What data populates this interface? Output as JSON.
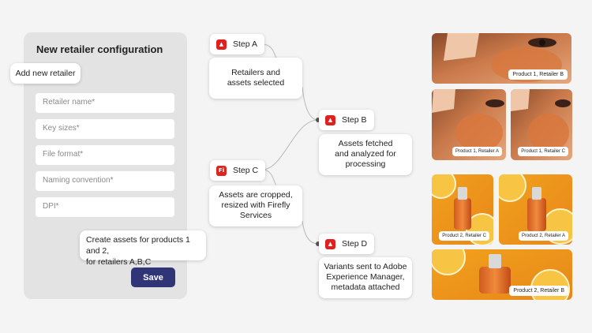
{
  "panel": {
    "title": "New retailer configuration",
    "add_retailer_label": "Add new retailer",
    "fields": [
      {
        "placeholder": "Retailer name*"
      },
      {
        "placeholder": "Key sizes*"
      },
      {
        "placeholder": "File format*"
      },
      {
        "placeholder": "Naming convention*"
      },
      {
        "placeholder": "DPI*"
      }
    ],
    "prompt_line1": "Create assets for products 1 and 2,",
    "prompt_line2": "for retailers A,B,C",
    "save_label": "Save"
  },
  "steps": [
    {
      "label": "Step A",
      "icon": "adobe-icon",
      "icon_text": "A",
      "card_lines": [
        "Retailers and",
        "assets selected"
      ]
    },
    {
      "label": "Step B",
      "icon": "adobe-icon",
      "icon_text": "A",
      "card_lines": [
        "Assets fetched",
        "and analyzed for",
        "processing"
      ]
    },
    {
      "label": "Step C",
      "icon": "firefly-icon",
      "icon_text": "Fi",
      "card_lines": [
        "Assets are cropped,",
        "resized with Firefly",
        "Services"
      ]
    },
    {
      "label": "Step D",
      "icon": "adobe-icon",
      "icon_text": "A",
      "card_lines": [
        "Variants sent to Adobe",
        "Experience Manager,",
        "metadata attached"
      ]
    }
  ],
  "thumbnails": [
    {
      "label": "Product 1, Retailer B"
    },
    {
      "label": "Product 1, Retailer A"
    },
    {
      "label": "Product 1, Retailer C"
    },
    {
      "label": "Product 2, Retailer C"
    },
    {
      "label": "Product 2, Retailer A"
    },
    {
      "label": "Product 2, Retailer B"
    }
  ],
  "colors": {
    "accent_button": "#2f3576",
    "adobe_red": "#e01f1f",
    "firefly_red": "#d8281f"
  }
}
